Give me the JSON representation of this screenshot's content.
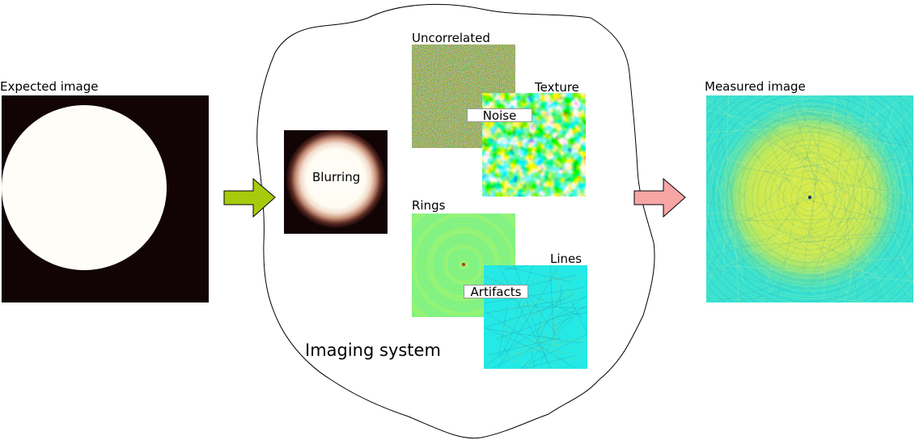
{
  "labels": {
    "expected": "Expected image",
    "measured": "Measured image",
    "blurring": "Blurring",
    "uncorrelated": "Uncorrelated",
    "texture": "Texture",
    "noise": "Noise",
    "rings": "Rings",
    "lines": "Lines",
    "artifacts": "Artifacts",
    "system": "Imaging system"
  },
  "colors": {
    "black": "#120304",
    "disk": "#fffdf8",
    "arrow_green": "#a7cb0c",
    "arrow_pink": "#f7a5a5",
    "cyan": "#24e9e6",
    "yellow_green": "#d2f04a",
    "ring_green": "#8af47a"
  }
}
